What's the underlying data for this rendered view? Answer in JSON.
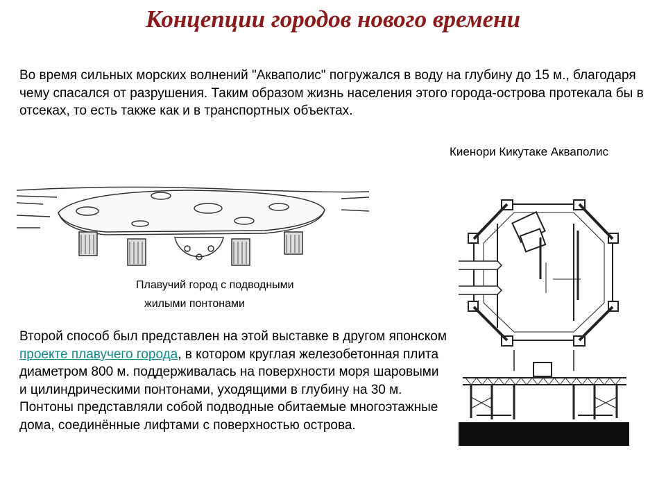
{
  "slide": {
    "title": "Концепции городов нового времени",
    "paragraph1": "Во время сильных морских волнений \"Акваполис\" погружался в воду на глубину до 15 м., благодаря чему спасался от разрушения. Таким образом жизнь населения этого города-острова протекала бы в отсеках, то есть также как и в транспортных объектах.",
    "caption_right": "Киенори Кикутаке Акваполис",
    "caption_left_line1": "Плавучий город с подводными",
    "caption_left_line2": "жилыми понтонами",
    "paragraph2": {
      "before_link": "Второй способ был представлен на этой выставке в другом японском",
      "link_text": " проекте плавучего города",
      "after_link": ", в котором круглая железобетонная плита диаметром 800 м. поддерживалась на поверхности моря шаровыми и цилиндрическими понтонами, уходящими в глубину на 30 м. Понтоны представляли собой подводные обитаемые многоэтажные дома, соединённые лифтами с поверхностью острова."
    },
    "link_color": "#138a8a",
    "title_color": "#8b1a1a"
  }
}
